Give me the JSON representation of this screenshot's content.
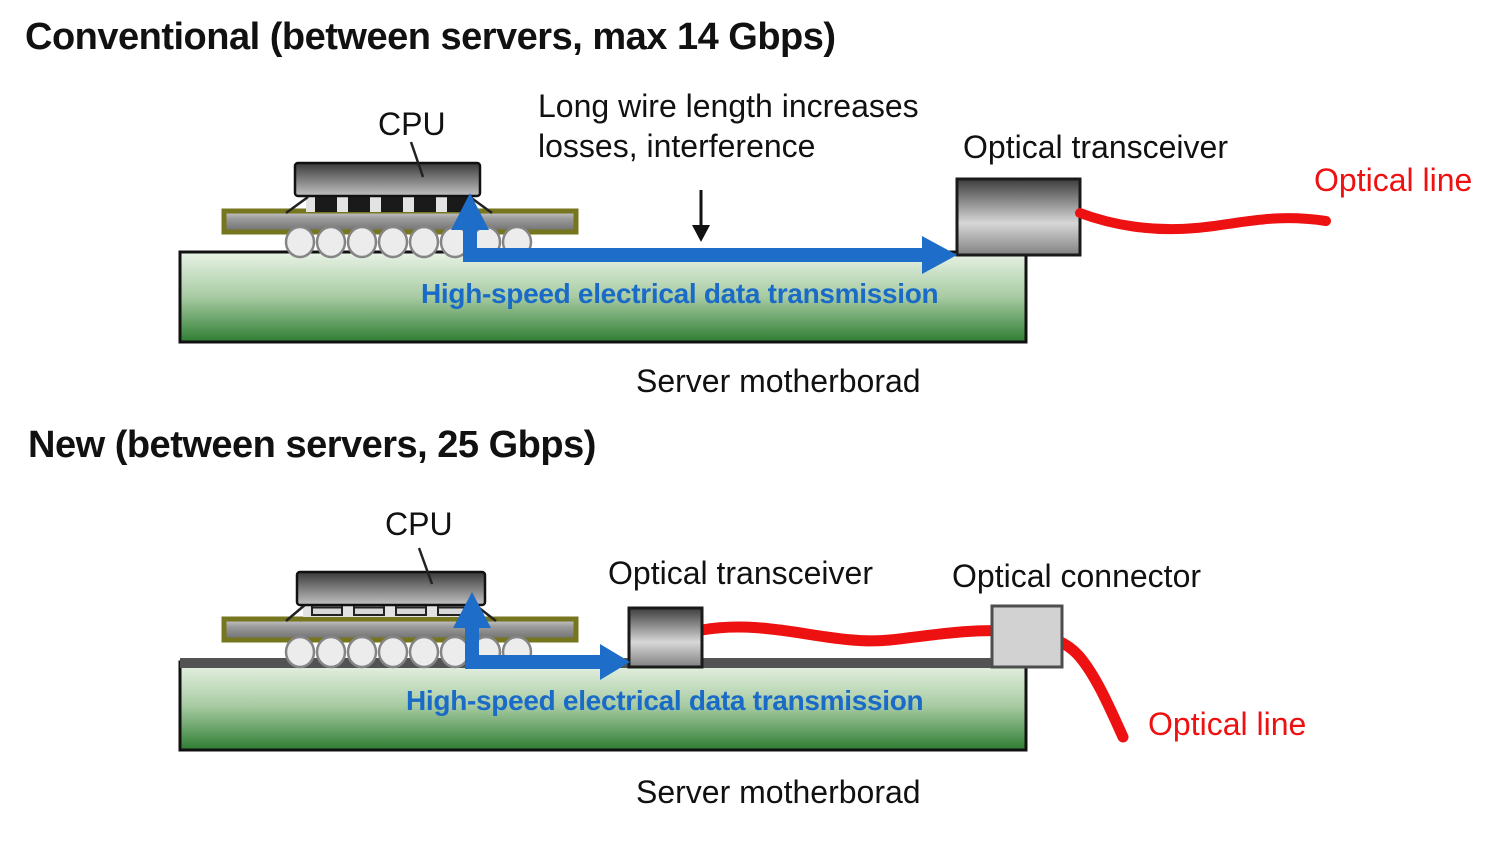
{
  "colors": {
    "accent_blue": "#1a6ac8",
    "fiber_red": "#ee1111",
    "board_green_top": "#e9f3e6",
    "board_green_bottom": "#2e7d32"
  },
  "conventional": {
    "title": "Conventional (between servers, max 14 Gbps)",
    "cpu_label": "CPU",
    "note": "Long wire length increases\nlosses, interference",
    "transceiver_label": "Optical transceiver",
    "optical_line_label": "Optical line",
    "bus_label": "High-speed electrical data transmission",
    "board_label": "Server motherborad"
  },
  "new": {
    "title": "New (between servers, 25 Gbps)",
    "cpu_label": "CPU",
    "transceiver_label": "Optical transceiver",
    "connector_label": "Optical connector",
    "optical_line_label": "Optical line",
    "bus_label": "High-speed electrical data transmission",
    "board_label": "Server motherborad"
  }
}
